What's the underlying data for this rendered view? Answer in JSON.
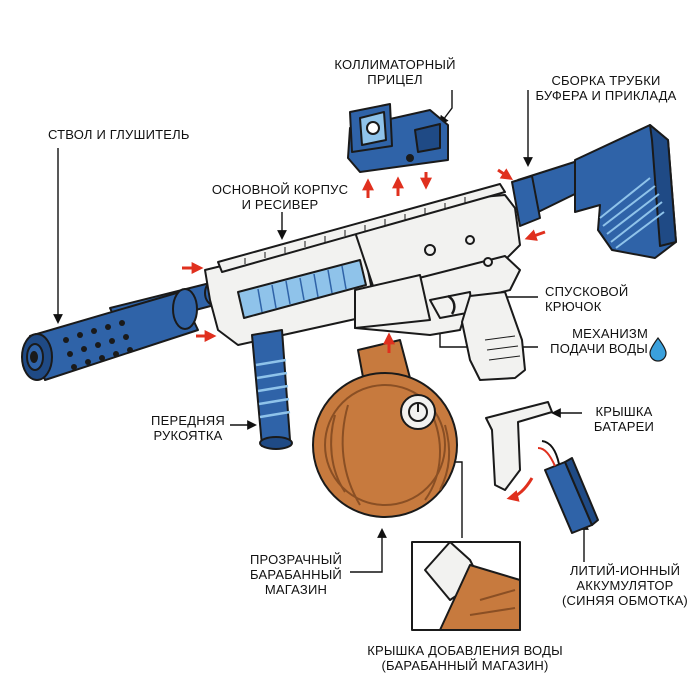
{
  "labels": {
    "barrel": [
      "СТВОЛ И ГЛУШИТЕЛЬ"
    ],
    "sight": [
      "КОЛЛИМАТОРНЫЙ",
      "ПРИЦЕЛ"
    ],
    "stock": [
      "СБОРКА ТРУБКИ",
      "БУФЕРА И ПРИКЛАДА"
    ],
    "body": [
      "ОСНОВНОЙ КОРПУС",
      "И РЕСИВЕР"
    ],
    "trigger": [
      "СПУСКОВОЙ",
      "КРЮЧОК"
    ],
    "water_mech": [
      "МЕХАНИЗМ",
      "ПОДАЧИ ВОДЫ"
    ],
    "foregrip": [
      "ПЕРЕДНЯЯ",
      "РУКОЯТКА"
    ],
    "battery_cover": [
      "КРЫШКА",
      "БАТАРЕИ"
    ],
    "drum": [
      "ПРОЗРАЧНЫЙ",
      "БАРАБАННЫЙ",
      "МАГАЗИН"
    ],
    "battery": [
      "ЛИТИЙ-ИОННЫЙ",
      "АККУМУЛЯТОР",
      "(СИНЯЯ ОБМОТКА)"
    ],
    "water_cap": [
      "КРЫШКА ДОБАВЛЕНИЯ ВОДЫ",
      "(БАРАБАННЫЙ МАГАЗИН)"
    ]
  },
  "colors": {
    "blue": "#2f63a8",
    "blue_dark": "#1f4a85",
    "blue_light": "#8fc3ea",
    "drum": "#c77a3e",
    "drum_dark": "#8a4f24",
    "body": "#f2f2f0",
    "outline": "#1a1a1a",
    "arrow_red": "#e0301e",
    "water": "#3aa0dc"
  },
  "icons": [
    "water-drop-icon",
    "red-arrow-icon",
    "curved-arrow-icon"
  ]
}
